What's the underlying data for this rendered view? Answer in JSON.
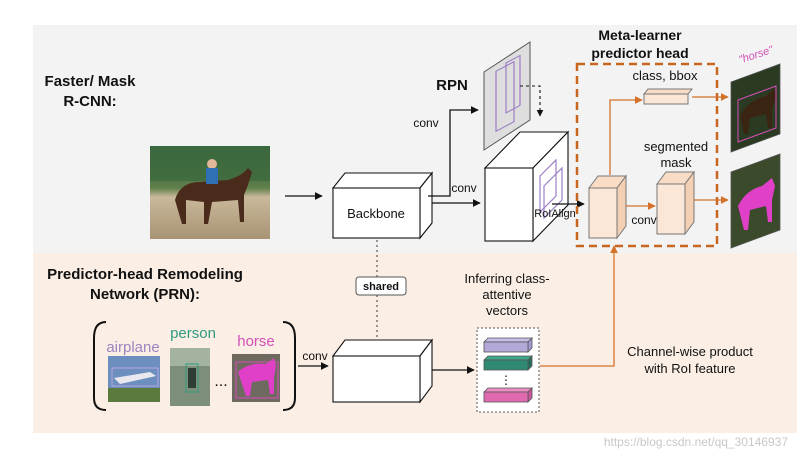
{
  "top_section": {
    "title_line1": "Faster/ Mask",
    "title_line2": "R-CNN:"
  },
  "bottom_section": {
    "title_line1": "Predictor-head Remodeling",
    "title_line2": "Network (PRN):"
  },
  "labels": {
    "rpn": "RPN",
    "conv_top": "conv",
    "conv_mid": "conv",
    "backbone": "Backbone",
    "roialign": "RoIAlign",
    "meta_head_line1": "Meta-learner",
    "meta_head_line2": "predictor head",
    "class_bbox": "class, bbox",
    "segmented_line1": "segmented",
    "segmented_line2": "mask",
    "conv_head": "conv",
    "shared": "shared",
    "inferring_line1": "Inferring class-",
    "inferring_line2": "attentive",
    "inferring_line3": "vectors",
    "channel_line1": "Channel-wise product",
    "channel_line2": "with RoI feature",
    "conv_prn": "conv",
    "ellipsis": "...",
    "vec_dots": "⋮",
    "horse_tag": "\"horse\""
  },
  "support_classes": {
    "airplane": "airplane",
    "person": "person",
    "horse": "horse"
  },
  "watermark": "https://blog.csdn.net/qq_30146937",
  "colors": {
    "top_bg": "#f3f3f3",
    "bottom_bg": "#fbeee4",
    "orange": "#d4722a",
    "airplane": "#9a86c0",
    "person": "#2f9a80",
    "horse": "#d44fb8",
    "vec_purple": "#b4a8d8",
    "vec_green": "#2f8a74",
    "vec_pink": "#e06ab0"
  }
}
